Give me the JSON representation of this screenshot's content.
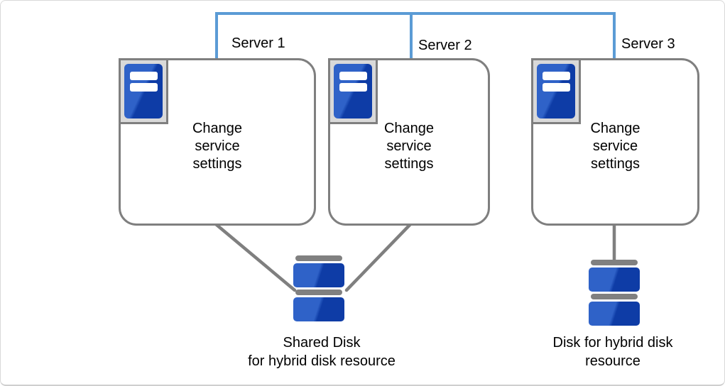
{
  "colors": {
    "network_line": "#5b9bd5",
    "connector_line": "#7f7f7f",
    "box_border": "#7f7f7f",
    "icon_frame_bg": "#d9d9d9",
    "icon_blue_light": "#2f62c8",
    "icon_blue_dark": "#0e3ca6",
    "page_border": "#d9d9d9",
    "text": "#000000"
  },
  "servers": [
    {
      "label": "Server 1",
      "body": "Change\nservice\nsettings"
    },
    {
      "label": "Server 2",
      "body": "Change\nservice\nsettings"
    },
    {
      "label": "Server 3",
      "body": "Change\nservice\nsettings"
    }
  ],
  "disks": [
    {
      "label": "Shared Disk\nfor hybrid disk resource"
    },
    {
      "label": "Disk for hybrid disk\nresource"
    }
  ]
}
